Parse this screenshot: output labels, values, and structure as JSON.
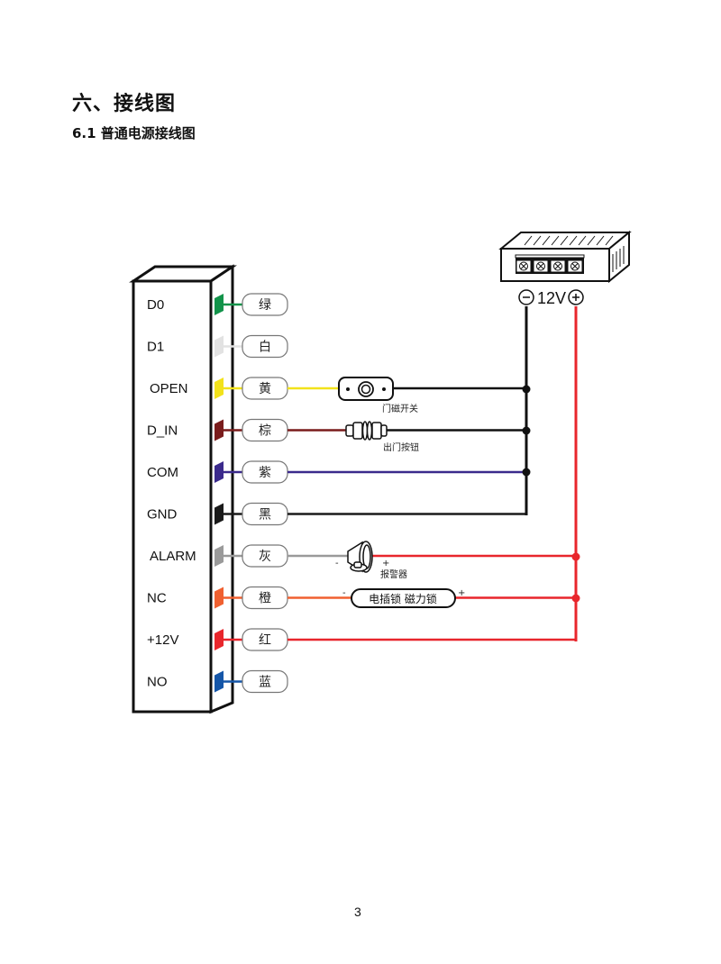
{
  "document": {
    "heading": "六、接线图",
    "subheading": "6.1 普通电源接线图",
    "page_number": "3"
  },
  "diagram": {
    "terminals": [
      {
        "pin": "D0",
        "color_name": "绿",
        "color": "#12934a",
        "connects_to": "none"
      },
      {
        "pin": "D1",
        "color_name": "白",
        "color": "#e2e2e2",
        "connects_to": "none"
      },
      {
        "pin": "OPEN",
        "color_name": "黄",
        "color": "#f2e21b",
        "connects_to": "door_contact"
      },
      {
        "pin": "D_IN",
        "color_name": "棕",
        "color": "#7a1c1c",
        "connects_to": "exit_button"
      },
      {
        "pin": "COM",
        "color_name": "紫",
        "color": "#3b2a8c",
        "connects_to": "psu_negative"
      },
      {
        "pin": "GND",
        "color_name": "黑",
        "color": "#1a1a1a",
        "connects_to": "psu_negative"
      },
      {
        "pin": "ALARM",
        "color_name": "灰",
        "color": "#9a9a9a",
        "connects_to": "alarm"
      },
      {
        "pin": "NC",
        "color_name": "橙",
        "color": "#f06030",
        "connects_to": "lock"
      },
      {
        "pin": "+12V",
        "color_name": "红",
        "color": "#e8262c",
        "connects_to": "psu_positive"
      },
      {
        "pin": "NO",
        "color_name": "蓝",
        "color": "#1556a8",
        "connects_to": "none"
      }
    ],
    "devices": {
      "door_contact": "门磁开关",
      "exit_button": "出门按钮",
      "alarm": "报警器",
      "lock": "电插锁 磁力锁",
      "alarm_minus": "-",
      "alarm_plus": "+",
      "lock_minus": "-",
      "lock_plus": "+"
    },
    "power_supply": {
      "voltage_label": "12V",
      "negative_symbol": "−",
      "positive_symbol": "+",
      "terminal_count": 4
    },
    "wire_colors": {
      "negative": "#111111",
      "positive": "#e8262c"
    }
  }
}
